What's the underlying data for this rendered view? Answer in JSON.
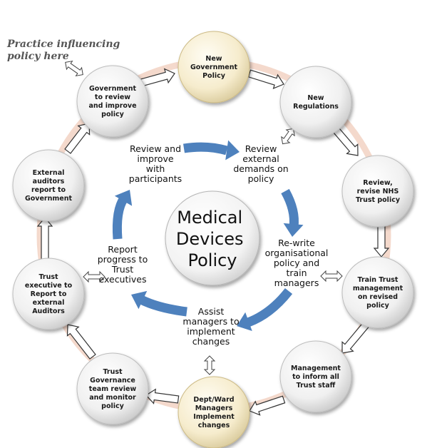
{
  "note": {
    "lines": [
      "Practice influencing",
      "policy here"
    ]
  },
  "center": {
    "lines": [
      "Medical",
      "Devices",
      "Policy"
    ]
  },
  "outer_nodes": [
    {
      "lines": [
        "New",
        "Government",
        "Policy"
      ],
      "highlight": true
    },
    {
      "lines": [
        "New",
        "Regulations"
      ],
      "highlight": false
    },
    {
      "lines": [
        "Review,",
        "revise NHS",
        "Trust policy"
      ],
      "highlight": false
    },
    {
      "lines": [
        "Train Trust",
        "management",
        "on revised",
        "policy"
      ],
      "highlight": false
    },
    {
      "lines": [
        "Management",
        "to inform all",
        "Trust staff"
      ],
      "highlight": false
    },
    {
      "lines": [
        "Dept/Ward",
        "Managers",
        "Implement",
        "changes"
      ],
      "highlight": true
    },
    {
      "lines": [
        "Trust",
        "Governance",
        "team review",
        "and monitor",
        "policy"
      ],
      "highlight": false
    },
    {
      "lines": [
        "Trust",
        "executive to",
        "Report to",
        "external",
        "Auditors"
      ],
      "highlight": false
    },
    {
      "lines": [
        "External",
        "auditors",
        "report to",
        "Government"
      ],
      "highlight": false
    },
    {
      "lines": [
        "Government",
        "to review",
        "and improve",
        "policy"
      ],
      "highlight": false
    }
  ],
  "inner_labels": [
    {
      "lines": [
        "Review and",
        "improve",
        "with",
        "participants"
      ]
    },
    {
      "lines": [
        "Review",
        "external",
        "demands on",
        "policy"
      ]
    },
    {
      "lines": [
        "Re-write",
        "organisational",
        "policy and",
        "train",
        "managers"
      ]
    },
    {
      "lines": [
        "Assist",
        "managers to",
        "implement",
        "changes"
      ]
    },
    {
      "lines": [
        "Report",
        "progress to",
        "Trust",
        "executives"
      ]
    }
  ],
  "colors": {
    "node_fill": "#e4e4e4",
    "node_highlight_fill": "#f2ead0",
    "ring": "#f4d9cc",
    "inner_arrow": "#4e81bd",
    "connector_fill": "#ffffff",
    "connector_stroke": "#333333"
  }
}
